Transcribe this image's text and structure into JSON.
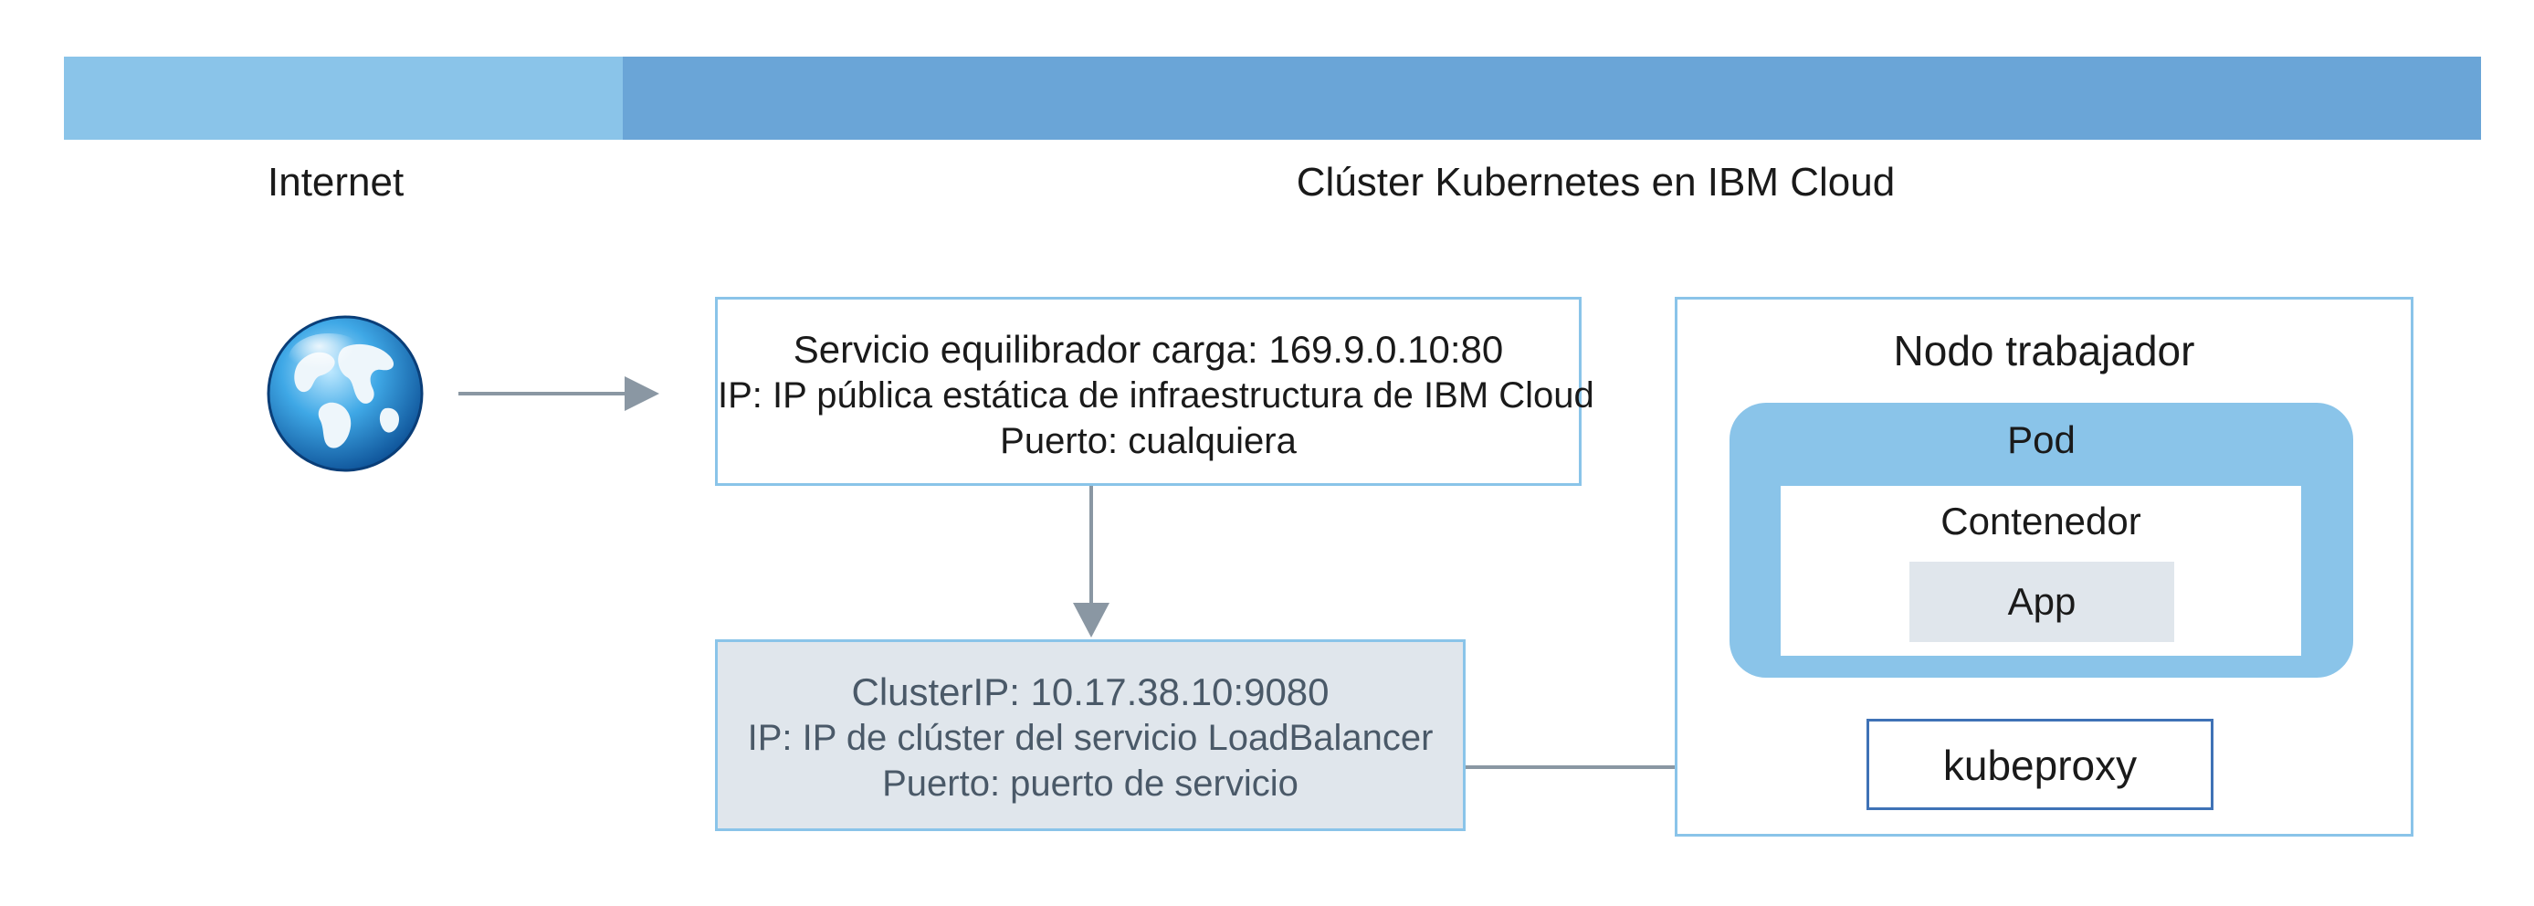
{
  "header": {
    "internet_label": "Internet",
    "cluster_label": "Clúster Kubernetes en IBM Cloud"
  },
  "load_balancer": {
    "line1": "Servicio equilibrador carga: 169.9.0.10:80",
    "line2": "IP: IP pública estática de infraestructura de IBM Cloud",
    "line3": "Puerto: cualquiera"
  },
  "cluster_ip": {
    "line1": "ClusterIP: 10.17.38.10:9080",
    "line2": "IP: IP de clúster del servicio LoadBalancer",
    "line3": "Puerto: puerto de servicio"
  },
  "worker_node": {
    "title": "Nodo trabajador",
    "pod_label": "Pod",
    "container_label": "Contenedor",
    "app_label": "App",
    "kubeproxy_label": "kubeproxy"
  },
  "icons": {
    "globe": "globe-icon"
  },
  "colors": {
    "band_internet": "#8ac4e9",
    "band_cluster": "#6aa5d7",
    "box_border": "#8ac4e9",
    "box_gray": "#e0e6ec",
    "kubeproxy_border": "#3f72b6",
    "arrow": "#8a97a3"
  }
}
